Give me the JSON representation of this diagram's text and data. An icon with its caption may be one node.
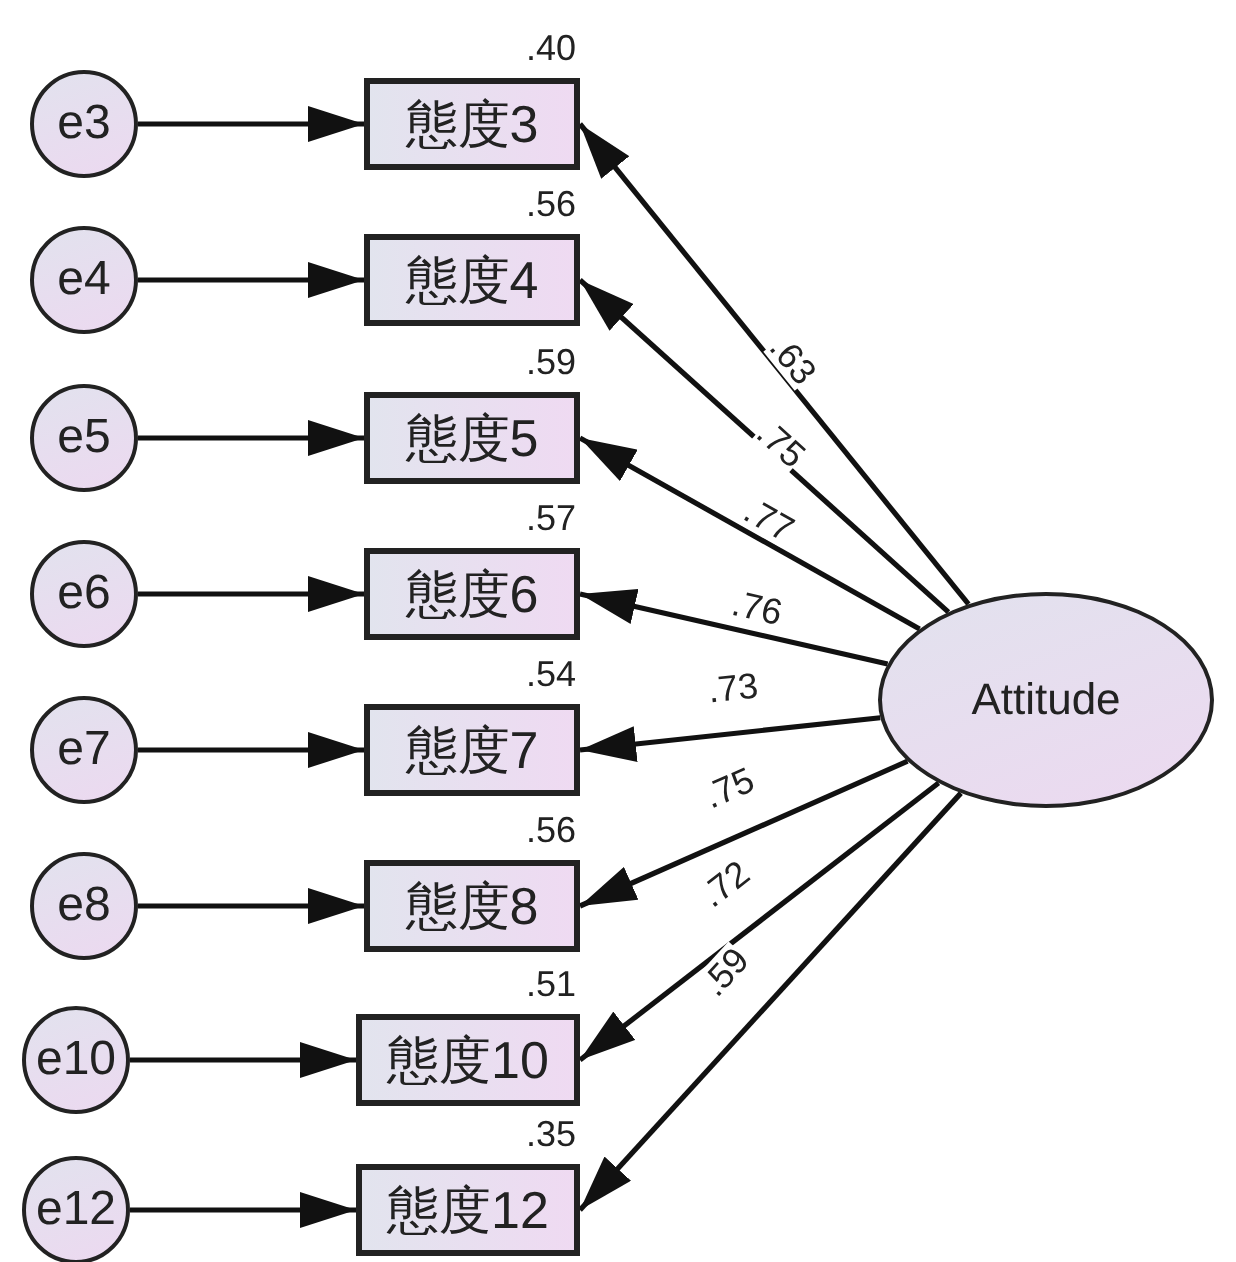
{
  "diagram": {
    "nodes": [
      {
        "text": [
          "e3"
        ]
      },
      {
        "text": [
          "e4"
        ]
      },
      {
        "text": [
          "e5"
        ]
      },
      {
        "text": [
          "e6"
        ]
      },
      {
        "text": [
          "e7"
        ]
      },
      {
        "text": [
          "e8"
        ]
      },
      {
        "text": [
          "e10"
        ]
      },
      {
        "text": [
          "e12"
        ]
      },
      {
        "text": [
          "態度3"
        ],
        "beside": [
          ".40"
        ]
      },
      {
        "text": [
          "態度4"
        ],
        "beside": [
          ".56"
        ]
      },
      {
        "text": [
          "態度5"
        ],
        "beside": [
          ".59"
        ]
      },
      {
        "text": [
          "態度6"
        ],
        "beside": [
          ".57"
        ]
      },
      {
        "text": [
          "態度7"
        ],
        "beside": [
          ".54"
        ]
      },
      {
        "text": [
          "態度8"
        ],
        "beside": [
          ".56"
        ]
      },
      {
        "text": [
          "態度10"
        ],
        "beside": [
          ".51"
        ]
      },
      {
        "text": [
          "態度12"
        ],
        "beside": [
          ".35"
        ]
      },
      {
        "text": [
          "Attitude"
        ]
      }
    ],
    "edges": [
      {
        "from": 0,
        "to": 8,
        "arrow": "to"
      },
      {
        "from": 1,
        "to": 9,
        "arrow": "to"
      },
      {
        "from": 2,
        "to": 10,
        "arrow": "to"
      },
      {
        "from": 3,
        "to": 11,
        "arrow": "to"
      },
      {
        "from": 4,
        "to": 12,
        "arrow": "to"
      },
      {
        "from": 5,
        "to": 13,
        "arrow": "to"
      },
      {
        "from": 6,
        "to": 14,
        "arrow": "to"
      },
      {
        "from": 7,
        "to": 15,
        "arrow": "to"
      },
      {
        "from": 16,
        "to": 8,
        "arrow": "to",
        "label": ".63"
      },
      {
        "from": 16,
        "to": 9,
        "arrow": "to",
        "label": ".75"
      },
      {
        "from": 16,
        "to": 10,
        "arrow": "to",
        "label": ".77"
      },
      {
        "from": 16,
        "to": 11,
        "arrow": "to",
        "label": ".76"
      },
      {
        "from": 16,
        "to": 12,
        "arrow": "to",
        "label": ".73"
      },
      {
        "from": 16,
        "to": 13,
        "arrow": "to",
        "label": ".75"
      },
      {
        "from": 16,
        "to": 14,
        "arrow": "to",
        "label": ".72"
      },
      {
        "from": 16,
        "to": 15,
        "arrow": "to",
        "label": ".59"
      }
    ]
  }
}
